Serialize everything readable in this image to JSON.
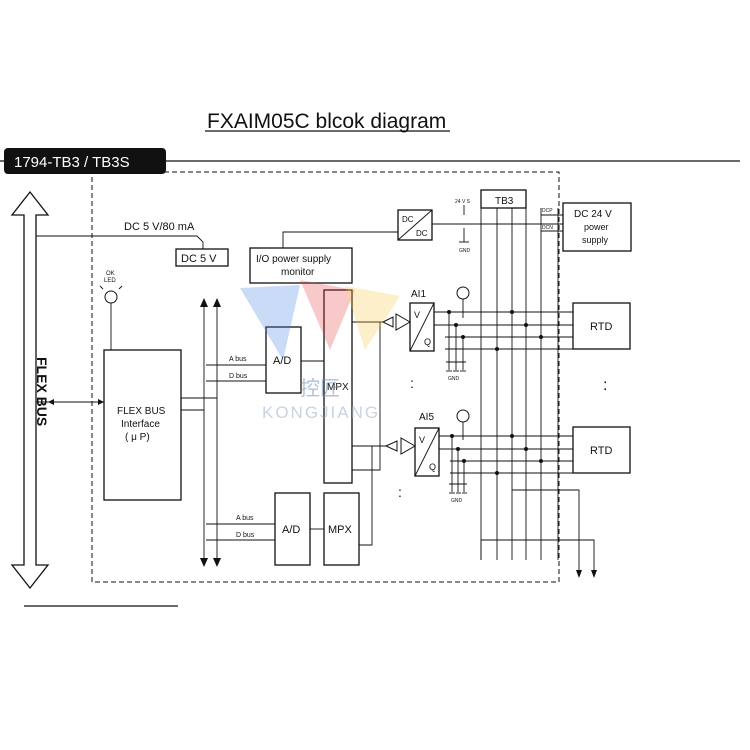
{
  "title": "FXAIM05C blcok diagram",
  "terminal_block_tab": "1794-TB3 / TB3S",
  "flex_bus_label": "FLEX BUS",
  "dc5v_80ma": "DC 5 V/80 mA",
  "dc5v": "DC 5 V",
  "ok_led": [
    "OK",
    "LED"
  ],
  "io_monitor": [
    "I/O power supply",
    "monitor"
  ],
  "flexbus_interface": [
    "FLEX BUS",
    "Interface",
    "( μ P)"
  ],
  "a_bus": "A bus",
  "d_bus": "D bus",
  "ad": "A/D",
  "mpx": "MPX",
  "dcdc": [
    "DC",
    "DC"
  ],
  "v24_small": "24 V S",
  "gnd_small": "GND",
  "tb3": "TB3",
  "dc24_supply": [
    "DC 24 V",
    "power",
    "supply"
  ],
  "dcp_pin": "DCP",
  "dcn_pin": "DCN",
  "ai1": "AI1",
  "ai5": "AI5",
  "vq": [
    "V",
    "Q"
  ],
  "rtd": "RTD",
  "ellipsis": ":",
  "watermark": [
    "控匠",
    "KONGJIANG"
  ],
  "colors": {
    "accent_red": "#e53a3a",
    "accent_blue": "#3a7de0",
    "accent_yellow": "#f3c53a"
  }
}
